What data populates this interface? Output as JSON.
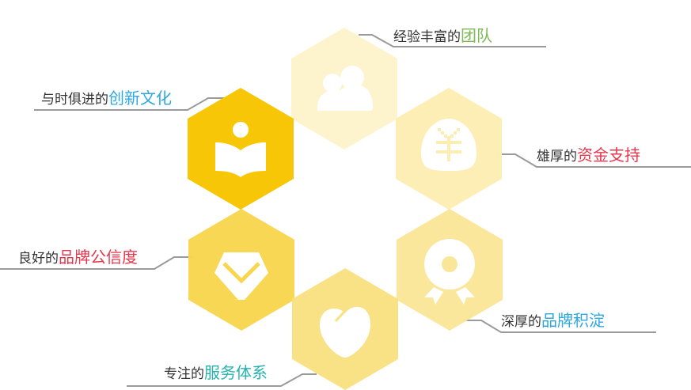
{
  "colors": {
    "line": "#9a9a98",
    "hex_team": "#fdf3cd",
    "hex_innovation": "#f7c707",
    "hex_capital": "#fcedb3",
    "hex_credibility": "#f8d64e",
    "hex_brand": "#fae699",
    "hex_service": "#f9e081"
  },
  "items": [
    {
      "id": "team",
      "prefix": "经验丰富的",
      "highlight": "团队",
      "color": "#7dbb55",
      "icon": "users-icon"
    },
    {
      "id": "innovation",
      "prefix": "与时俱进的",
      "highlight": "创新文化",
      "color": "#2ea7e0",
      "icon": "reading-book-icon"
    },
    {
      "id": "capital",
      "prefix": "雄厚的",
      "highlight": "资金支持",
      "color": "#e8364d",
      "icon": "money-bag-yuan-icon"
    },
    {
      "id": "credibility",
      "prefix": "良好的",
      "highlight": "品牌公信度",
      "color": "#e8364d",
      "icon": "diamond-check-icon"
    },
    {
      "id": "brand",
      "prefix": "深厚的",
      "highlight": "品牌积淀",
      "color": "#2ea7e0",
      "icon": "award-ribbon-icon"
    },
    {
      "id": "service",
      "prefix": "专注的",
      "highlight": "服务体系",
      "color": "#25b3ad",
      "icon": "heart-icon"
    }
  ]
}
